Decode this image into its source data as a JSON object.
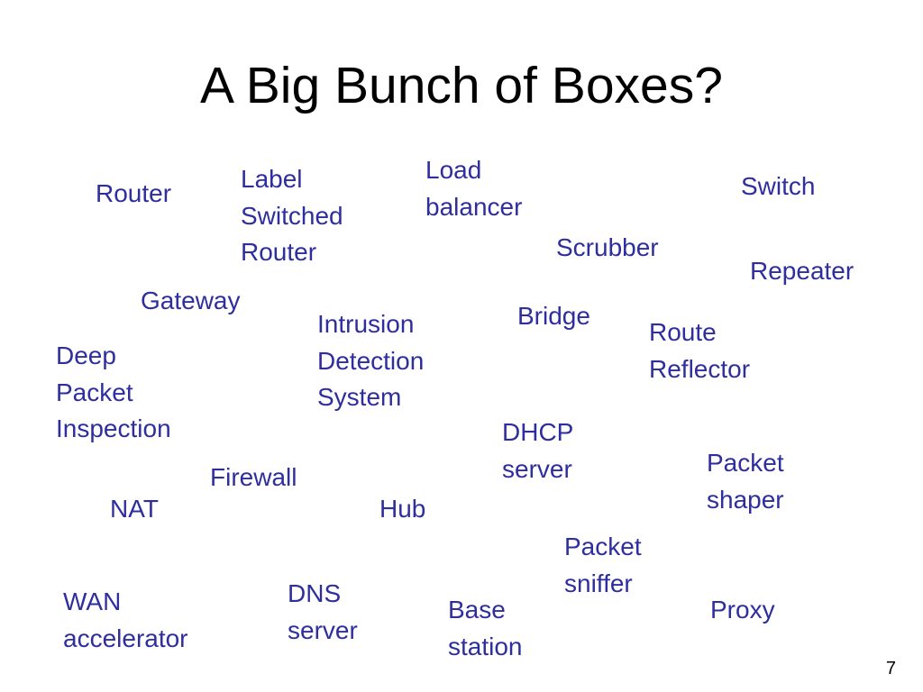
{
  "slide": {
    "title": "A Big Bunch of Boxes?",
    "page_number": "7",
    "text_color": "#2E2E9E",
    "terms": [
      "Router",
      "Label\nSwitched\nRouter",
      "Load\nbalancer",
      "Switch",
      "Scrubber",
      "Repeater",
      "Gateway",
      "Intrusion\nDetection\nSystem",
      "Bridge",
      "Route\nReflector",
      "Deep\nPacket\nInspection",
      "DHCP\nserver",
      "Packet\nshaper",
      "Firewall",
      "NAT",
      "Hub",
      "Packet\nsniffer",
      "WAN\naccelerator",
      "DNS\nserver",
      "Base\nstation",
      "Proxy"
    ]
  }
}
